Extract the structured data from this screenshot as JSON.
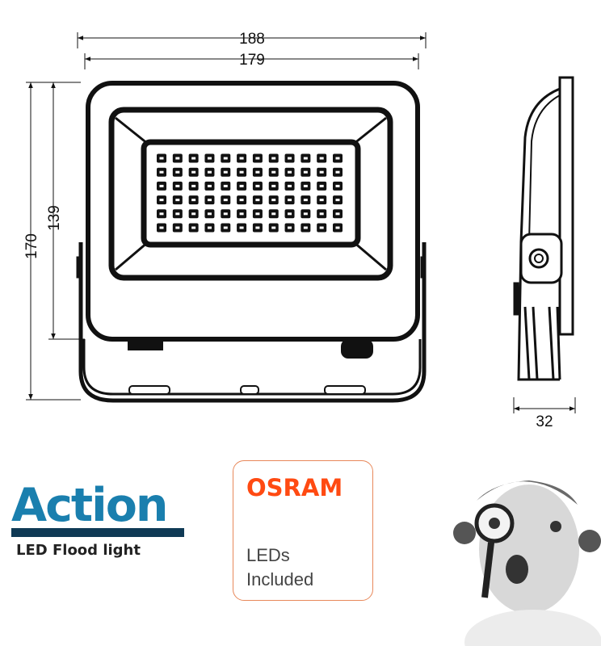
{
  "dimensions": {
    "width_total": "188",
    "width_body": "179",
    "height_total": "170",
    "height_body": "139",
    "depth": "32"
  },
  "led_grid": {
    "columns": 12,
    "rows": 6
  },
  "brand": {
    "logo_text": "Action",
    "subtitle": "LED Flood light",
    "color": "#1a7fae"
  },
  "osram": {
    "logo": "OSRAM",
    "line1": "LEDs",
    "line2": "Included",
    "color": "#ff4a12"
  }
}
